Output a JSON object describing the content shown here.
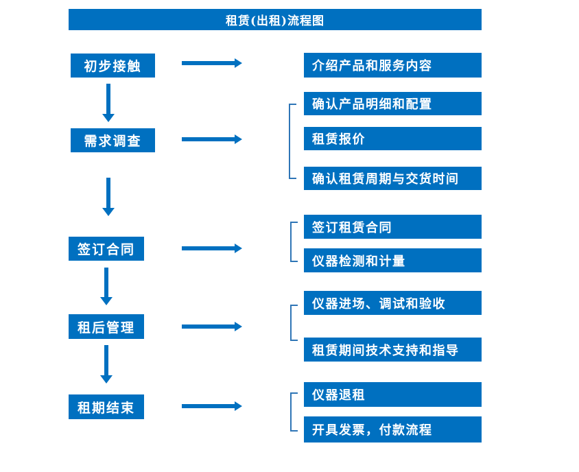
{
  "title": "租赁(出租)流程图",
  "colors": {
    "primary_blue": "#0070C0",
    "bracket_blue": "#2E75B6",
    "text_white": "#FFFFFF",
    "background": "#FFFFFF"
  },
  "steps": [
    {
      "label": "初步接触",
      "details": [
        "介绍产品和服务内容"
      ]
    },
    {
      "label": "需求调查",
      "details": [
        "确认产品明细和配置",
        "租赁报价",
        "确认租赁周期与交货时间"
      ]
    },
    {
      "label": "签订合同",
      "details": [
        "签订租赁合同",
        "仪器检测和计量"
      ]
    },
    {
      "label": "租后管理",
      "details": [
        "仪器进场、调试和验收",
        "租赁期间技术支持和指导"
      ]
    },
    {
      "label": "租期结束",
      "details": [
        "仪器退租",
        "开具发票，付款流程"
      ]
    }
  ]
}
